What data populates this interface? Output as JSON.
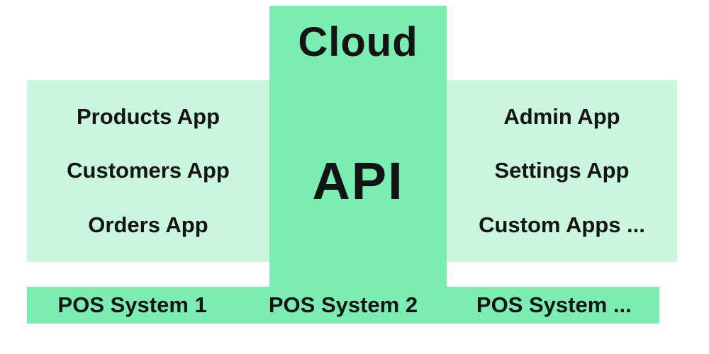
{
  "diagram": {
    "center_column": {
      "cloud_label": "Cloud",
      "api_label": "API"
    },
    "left_panel": {
      "items": [
        "Products App",
        "Customers App",
        "Orders App"
      ]
    },
    "right_panel": {
      "items": [
        "Admin App",
        "Settings App",
        "Custom Apps ..."
      ]
    },
    "bottom_bar": {
      "items": [
        "POS System 1",
        "POS System 2",
        "POS System ..."
      ]
    },
    "colors": {
      "column_green": "#7bedb3",
      "panel_light_green": "#c9f6dc",
      "text": "#141414",
      "background": "#ffffff"
    }
  }
}
